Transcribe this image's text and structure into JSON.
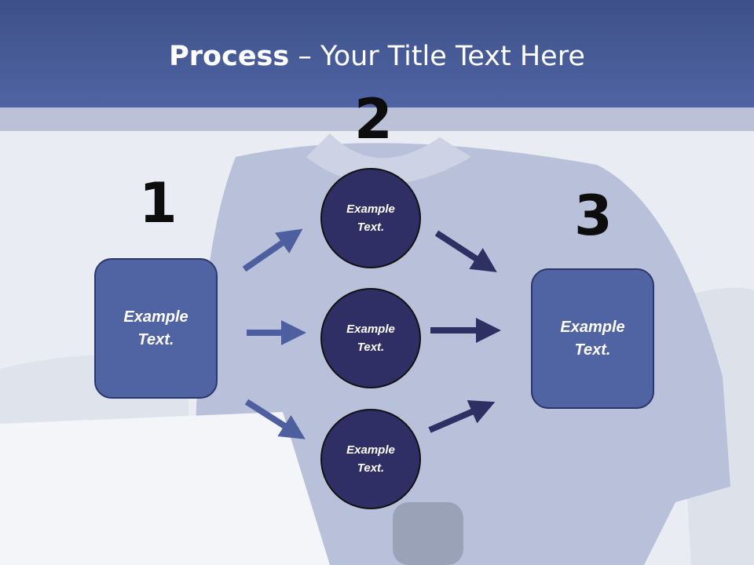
{
  "title": {
    "bold": "Process",
    "rest": " – Your Title Text Here"
  },
  "steps": {
    "one": "1",
    "two": "2",
    "three": "3"
  },
  "left_box": {
    "line1": "Example",
    "line2": "Text."
  },
  "right_box": {
    "line1": "Example",
    "line2": "Text."
  },
  "circles": [
    {
      "line1": "Example",
      "line2": "Text."
    },
    {
      "line1": "Example",
      "line2": "Text."
    },
    {
      "line1": "Example",
      "line2": "Text."
    }
  ],
  "colors": {
    "header": "#4a5d9e",
    "box": "#5063a3",
    "circle": "#2f2f66",
    "arrow_light": "#4d5f9f",
    "arrow_dark": "#2e2f63"
  }
}
